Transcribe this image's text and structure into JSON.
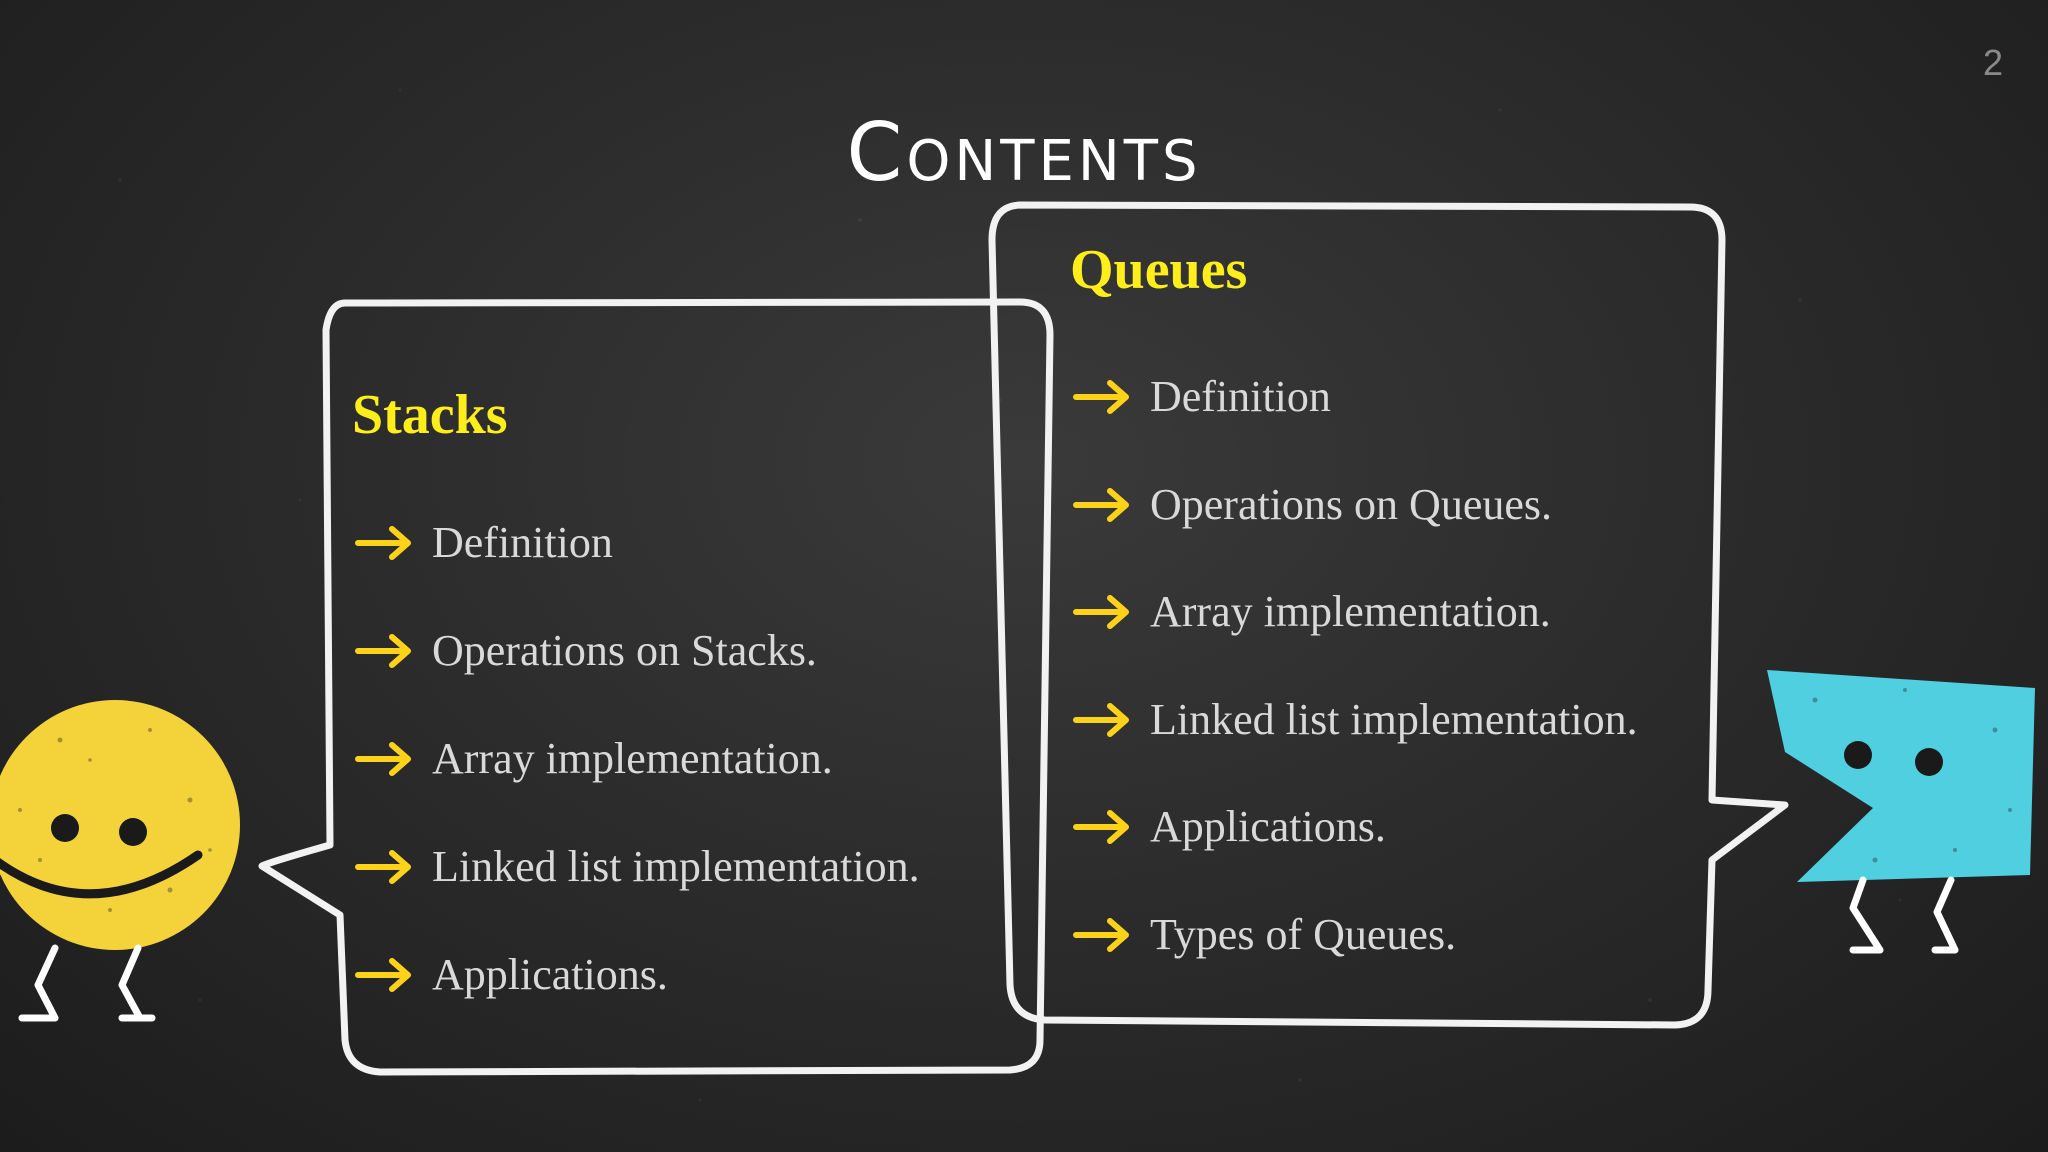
{
  "slide": {
    "title": "Contents",
    "page_number": "2"
  },
  "stacks": {
    "heading": "Stacks",
    "items": [
      "Definition",
      "Operations on Stacks.",
      "Array implementation.",
      "Linked list implementation.",
      "Applications."
    ]
  },
  "queues": {
    "heading": "Queues",
    "items": [
      "Definition",
      "Operations on Queues.",
      "Array implementation.",
      "Linked list implementation.",
      "Applications.",
      "Types of Queues."
    ]
  },
  "colors": {
    "background": "#2b2b2b",
    "heading": "#ffee1a",
    "arrow": "#ffd21a",
    "item_text": "#d9d9d9",
    "chalk_outline": "#ffffff",
    "yellow_character": "#f3d23a",
    "blue_character": "#4fcfe0"
  },
  "icons": {
    "bullet": "right-arrow-icon",
    "left_character": "yellow-smiley-character",
    "right_character": "blue-talking-character"
  }
}
